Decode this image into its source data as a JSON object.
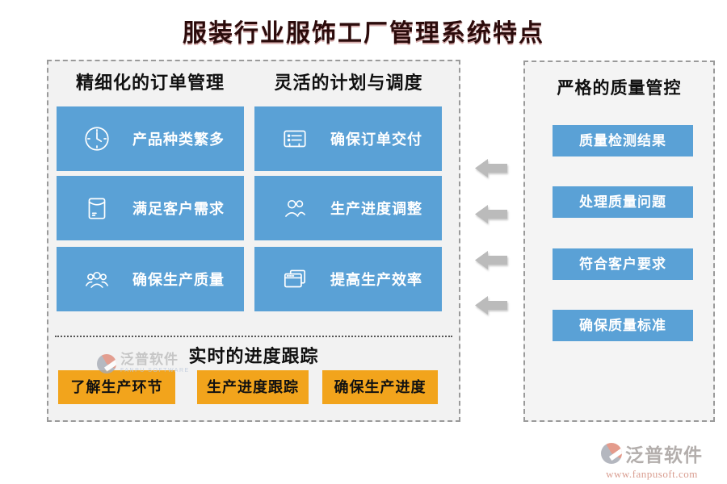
{
  "title": "服装行业服饰工厂管理系统特点",
  "left_panel": {
    "columns": [
      {
        "header": "精细化的订单管理",
        "items": [
          {
            "icon": "clock-icon",
            "label": "产品种类繁多"
          },
          {
            "icon": "envelope-icon",
            "label": "满足客户需求"
          },
          {
            "icon": "team-icon",
            "label": "确保生产质量"
          }
        ]
      },
      {
        "header": "灵活的计划与调度",
        "items": [
          {
            "icon": "order-form-icon",
            "label": "确保订单交付"
          },
          {
            "icon": "users-icon",
            "label": "生产进度调整"
          },
          {
            "icon": "windows-icon",
            "label": "提高生产效率"
          }
        ]
      }
    ],
    "progress_section": {
      "header": "实时的进度跟踪",
      "items": [
        "了解生产环节",
        "生产进度跟踪",
        "确保生产进度"
      ]
    }
  },
  "right_panel": {
    "header": "严格的质量管控",
    "items": [
      "质量检测结果",
      "处理质量问题",
      "符合客户要求",
      "确保质量标准"
    ]
  },
  "arrows": {
    "count": 4,
    "direction": "left"
  },
  "watermark": {
    "brand": "泛普软件",
    "brand_sub": "FANPU SOFTWARE",
    "url": "www.fanpusoft.com"
  },
  "colors": {
    "blue": "#5AA1D6",
    "orange": "#F2A41C",
    "arrow_gray": "#BBBBBB",
    "panel_bg": "#F2F2F2",
    "title_color": "#2B0B0B"
  }
}
